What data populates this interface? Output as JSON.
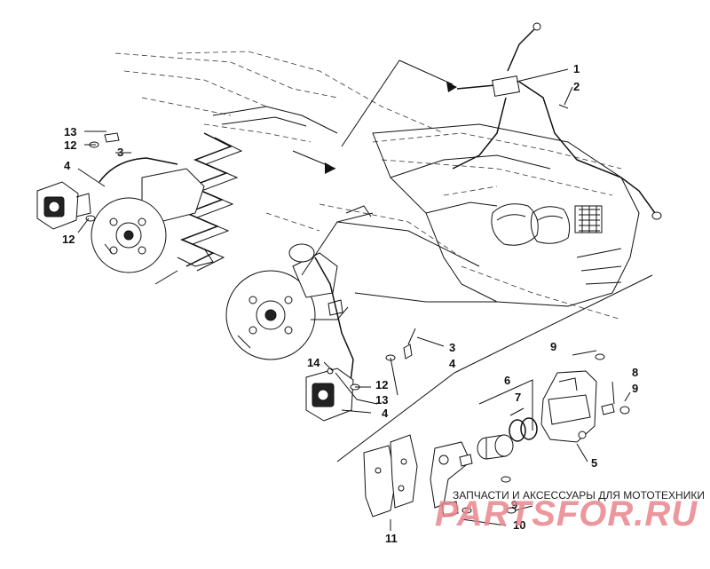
{
  "callouts": {
    "c1": "1",
    "c2": "2",
    "c3a": "3",
    "c4a": "4",
    "c12a": "12",
    "c13a": "13",
    "c3b": "3",
    "c4b": "4",
    "c12b": "12",
    "c13b": "13",
    "c14": "14",
    "c4c": "4",
    "c5": "5",
    "c6": "6",
    "c7": "7",
    "c8": "8",
    "c9a": "9",
    "c9b": "9",
    "c9c": "9",
    "c10": "10",
    "c11": "11",
    "c12c": "12"
  },
  "watermark": {
    "tagline": "ЗАПЧАСТИ И АКСЕССУАРЫ ДЛЯ МОТОТЕХНИКИ",
    "brand": "PARTSFOR.RU"
  }
}
